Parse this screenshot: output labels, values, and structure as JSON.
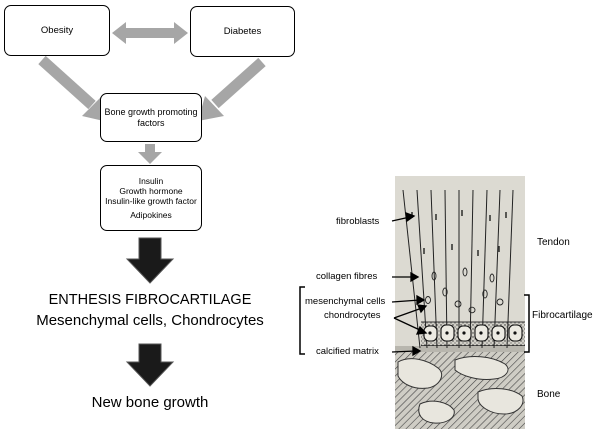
{
  "flowchart": {
    "obesity": "Obesity",
    "diabetes": "Diabetes",
    "bone_growth_factors": [
      "Bone growth promoting",
      "factors"
    ],
    "factor_list": [
      "Insulin",
      "Growth hormone",
      "Insulin-like growth factor",
      "Adipokines"
    ],
    "enthesis_title": "ENTHESIS FIBROCARTILAGE",
    "enthesis_cells": "Mesenchymal cells, Chondrocytes",
    "outcome": "New bone growth"
  },
  "enthesis_figure": {
    "labels": {
      "fibroblasts": "fibroblasts",
      "collagen_fibres": "collagen fibres",
      "mesenchymal_cells": "mesenchymal cells",
      "chondrocytes": "chondrocytes",
      "calcified_matrix": "calcified matrix"
    },
    "zones": {
      "tendon": "Tendon",
      "fibrocartilage": "Fibrocartilage",
      "bone": "Bone"
    }
  },
  "colors": {
    "gray_arrow": "#a6a6a6",
    "black_arrow": "#1a1a1a",
    "figure_bg": "#dcdad2"
  }
}
